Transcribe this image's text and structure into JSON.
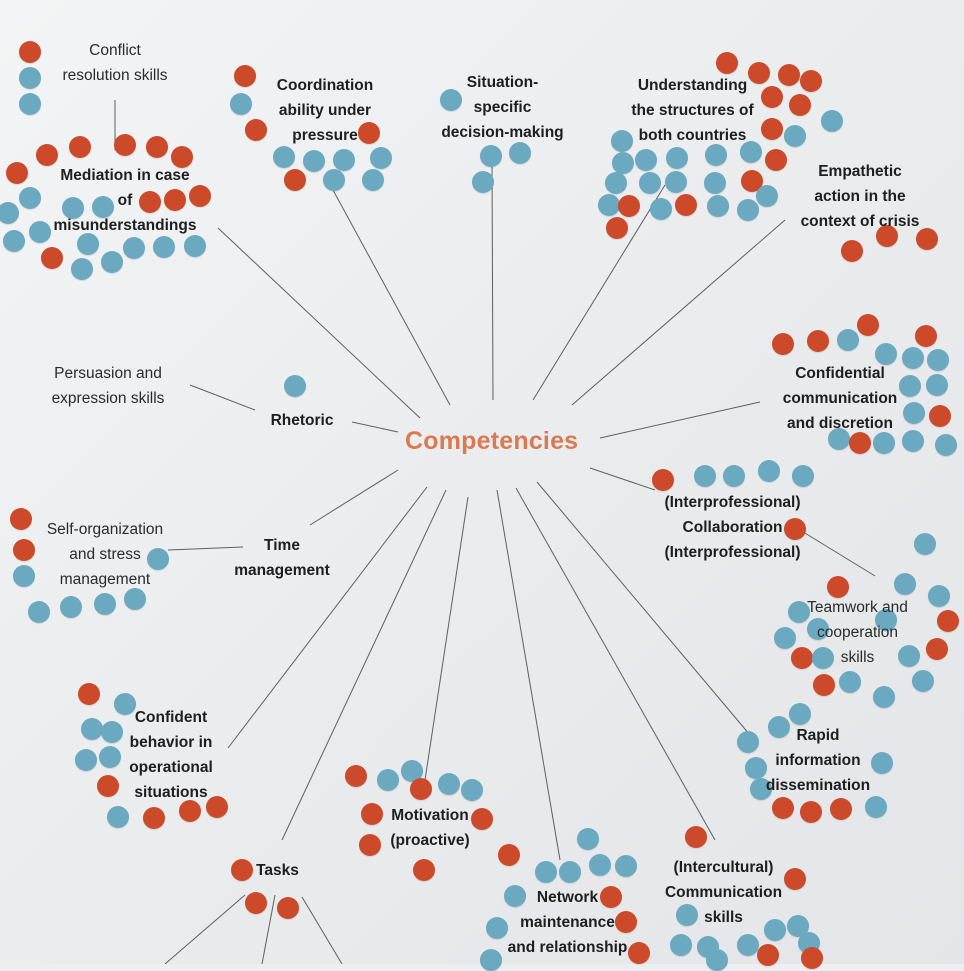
{
  "center_label": "Competencies",
  "labels": {
    "conflict": "Conflict\nresolution skills",
    "mediation": "Mediation in case\nof\nmisunderstandings",
    "coordination": "Coordination\nability under\npressure",
    "situation": "Situation-\nspecific\ndecision-making",
    "structures": "Understanding\nthe structures of\nboth countries",
    "empathetic": "Empathetic\naction in the\ncontext of crisis",
    "persuasion": "Persuasion and\nexpression skills",
    "rhetoric": "Rhetoric",
    "confidential": "Confidential\ncommunication\nand discretion",
    "collaboration": "(Interprofessional)\nCollaboration\n(Interprofessional)",
    "self_org": "Self-organization\nand stress\nmanagement",
    "time": "Time\nmanagement",
    "teamwork": "Teamwork and\ncooperation\nskills",
    "rapid": "Rapid\ninformation\ndissemination",
    "confident": "Confident\nbehavior in\noperational\nsituations",
    "motivation": "Motivation\n(proactive)",
    "network": "Network\nmaintenance\nand relationship",
    "intercultural": "(Intercultural)\nCommunication\nskills",
    "tasks": "Tasks"
  },
  "colors": {
    "red_dot": "#cc4a2a",
    "blue_dot": "#6aa9c0",
    "center_text": "#d97a52",
    "line": "#5d5f63"
  }
}
